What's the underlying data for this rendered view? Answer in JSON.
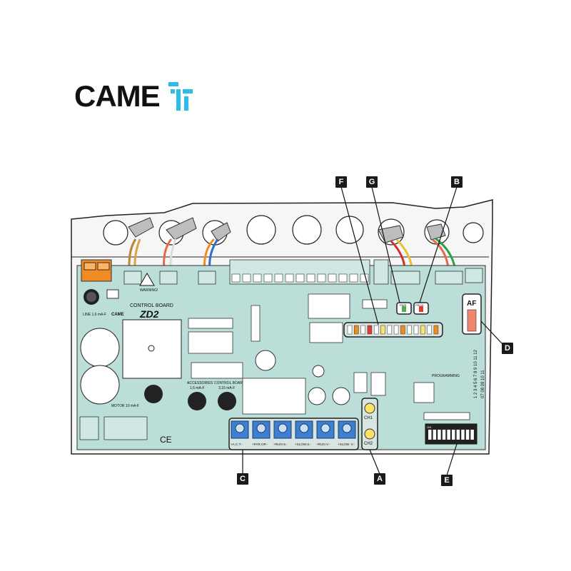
{
  "logo": {
    "text": "CAME",
    "mark": "came-t-icon"
  },
  "board": {
    "label": "CONTROL BOARD",
    "model": "ZD2",
    "warning": "WARNING!",
    "brand": "CAME",
    "line_fuse": "LINE 1,6 mA-F",
    "motor_fuse": "MOTOR 10 mA-F",
    "accessories_fuse": {
      "title": "ACCESSORIES",
      "value": "1,6 mA-F"
    },
    "control_fuse": {
      "title": "CONTROL BOARD",
      "value": "3,15 mA-F"
    },
    "ce": "CE",
    "programming": "PROGRAMMING",
    "af": "AF",
    "pwr": "PWR",
    "prog": "PROG",
    "ch1": "CH1",
    "ch2": "CH2",
    "trimmer_labels": [
      "+A.C.T.-",
      "+PAR.OP.-",
      "+RUN S.-",
      "+SLOW.S.-",
      "+RUN V.-",
      "+SLOW. V.-"
    ],
    "dip_numbers_top": "1 2 3 4 5 6 7 8 9 10 11 12",
    "dip_numbers_bottom": "07 08 09 10 11",
    "dip_on": "ON"
  },
  "callouts": [
    "F",
    "G",
    "B",
    "D",
    "C",
    "A",
    "E"
  ],
  "colors": {
    "orange": "#f08a22",
    "blue_trimmer": "#3f7fcf",
    "board_green": "#bcded8",
    "callout": "#1a1a1a",
    "logo_mark": "#2bbde8"
  }
}
